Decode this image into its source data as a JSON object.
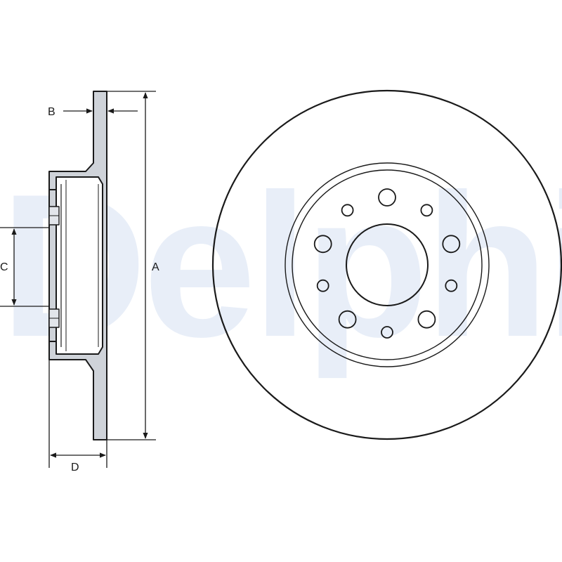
{
  "watermark": {
    "text": "Delphi"
  },
  "dimensions": {
    "a_label": "A",
    "b_label": "B",
    "c_label": "C",
    "d_label": "D"
  },
  "colors": {
    "stroke": "#1a1a1a",
    "section_fill": "#cfd3d9",
    "watermark": "#e8eef8",
    "background": "#ffffff"
  },
  "front_view": {
    "bolt_holes_large": 5,
    "bolt_holes_small": 5
  }
}
